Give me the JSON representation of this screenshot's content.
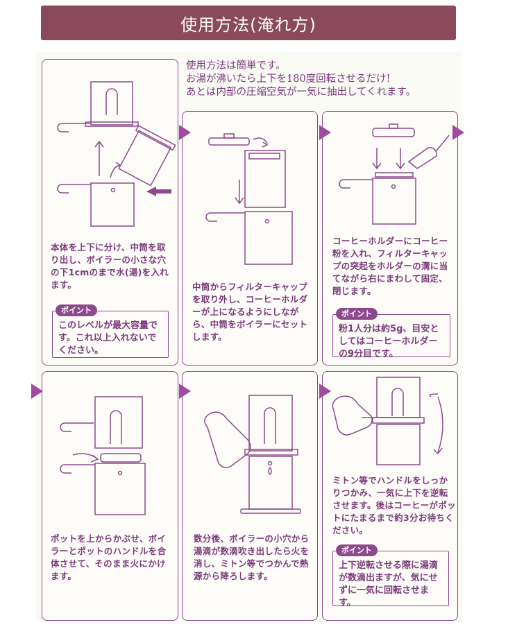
{
  "banner": {
    "title": "使用方法(淹れ方)"
  },
  "intro": {
    "lines": [
      "使用方法は簡単です。",
      "お湯が沸いたら上下を180度回転させるだけ!",
      "あとは内部の圧縮空気が一気に抽出してくれます。"
    ]
  },
  "steps": [
    {
      "caption": "本体を上下に分け、中筒を取り出し、ボイラーの小さな穴の下1cmのまで水(湯)を入れます。",
      "point_label": "ポイント",
      "point_text": "このレベルが最大容量です。これ以上入れないでください。"
    },
    {
      "caption": "中筒からフィルターキャップを取り外し、コーヒーホルダーが上になるようにしながら、中筒をボイラーにセットします。"
    },
    {
      "caption": "コーヒーホルダーにコーヒー粉を入れ、フィルターキャップの突起をホルダーの溝に当てながら右にまわして固定、閉じます。",
      "point_label": "ポイント",
      "point_text": "粉1人分は約5g、目安としてはコーヒーホルダーの9分目です。"
    },
    {
      "caption": "ポットを上からかぶせ、ボイラーとポットのハンドルを合体させて、そのまま火にかけます。"
    },
    {
      "caption": "数分後、ボイラーの小穴から湯滴が数滴吹き出したら火を消し、ミトン等でつかんで熱源から降ろします。"
    },
    {
      "caption": "ミトン等でハンドルをしっかりつかみ、一気に上下を逆転させます。後はコーヒーがポットにたまるまで約3分お待ちください。",
      "point_label": "ポイント",
      "point_text": "上下逆転させる際に湯滴が数滴出ますが、気にせずに一気に回転させます。"
    }
  ],
  "icons": {
    "arrow": "chevron-right-icon",
    "accent": "#8c4a8c",
    "banner_bg": "#8a4a5c"
  }
}
